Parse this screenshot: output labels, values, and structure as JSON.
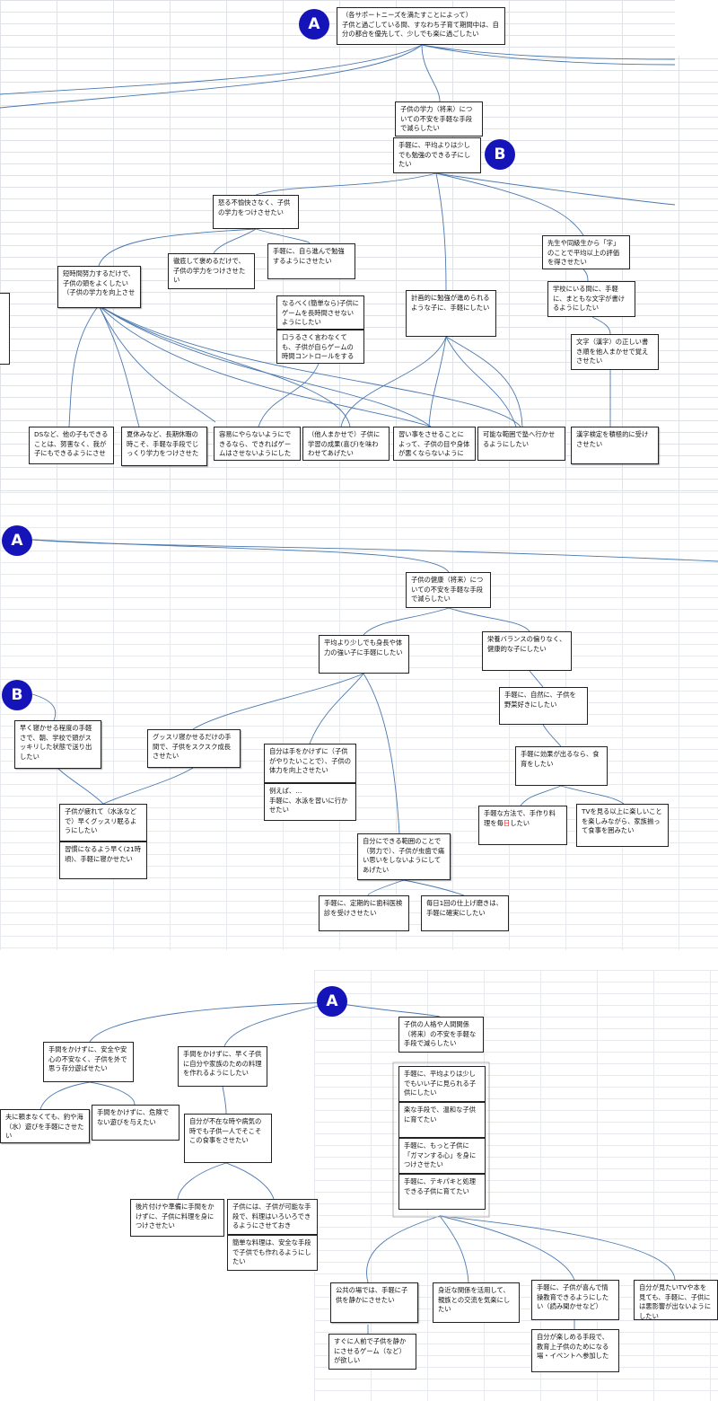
{
  "labels": {
    "a": "A",
    "b": "B"
  },
  "nodes": {
    "n_top": "（各サポートニーズを満たすことによって）\n子供と過ごしている間、すなわち子育て期間中は、自分の都合を優先して、少しでも楽に過ごしたい",
    "n_study": "子供の学力（将来）についての不安を手軽な手段で減らしたい",
    "n_study_b": "手軽に、平均よりは少しでも勉強のできる子にしたい",
    "n_angry": "怒る不愉快さなく、子供の学力をつけさせたい",
    "n_effort": "短時間努力するだけで、子供の頭をよくしたい（子供の学力を向上させ",
    "n_praise": "徹底して褒めるだけで、子供の学力をつけさせたい",
    "n_self": "手軽に、自ら進んで勉強するようにさせたい",
    "n_game1": "なるべく(簡単なら)子供にゲームを長時間させないようにしたい",
    "n_game2": "口うるさく言わなくても、子供が自らゲームの時間コントロールをするようにさ",
    "n_plan": "計画的に勉強が進められるような子に、手軽にしたい",
    "n_teacher": "先生や同級生から「字」のことで平均以上の評価を得させたい",
    "n_school": "学校にいる間に、手軽に、まともな文字が書けるようにしたい",
    "n_kanji_std": "文字（漢字）の正しい書き順を他人まかせで覚えさせたい",
    "n_ds": "DSなど、他の子もできることは、努害なく、我が子にもできるようにさせ",
    "n_summer": "夏休みなど、長期休暇の時こそ、手軽な手段でじっくり学力をつけさせた",
    "n_easy": "容易にやらないようにできるなら、できればゲームはさせないようにしたい",
    "n_others": "（他人まかせで）子供に学習の成果(喜び)を味わわせてあげたい",
    "n_lessons": "習い事をさせることによって、子供の目や身体が悪くならないようにした",
    "n_range": "可能な範囲で塾へ行かせるようにしたい",
    "n_kanji": "漢字検定を積極的に受けさせたい",
    "n_health": "子供の健康（将来）についての不安を手軽な手段で減らしたい",
    "n_strong": "平均より少しでも身長や体力の強い子に手軽にしたい",
    "n_nutrition": "栄養バランスの偏りなく、健康的な子にしたい",
    "n_early": "早く寝かせる程度の手軽さで、朝、学校で頭がスッキリした状態で送り出したい",
    "n_sleep": "グッスリ寝かせるだけの手間で、子供をスクスク成長させたい",
    "n_tired1": "子供が疲れて（水泳などで）早くグッスリ眠るようにしたい",
    "n_tired2": "習慣になるよう早く(21時頃)、手軽に寝かせたい",
    "n_hands1": "自分は手をかけずに（子供がやりたいことで）、子供の体力を向上させたい",
    "n_hands2": "例えば、…\n手軽に、水泳を習いに行かせたい",
    "n_veg": "手軽に、自然に、子供を野菜好きにしたい",
    "n_food_edu": "手軽に効果が出るなら、食育をしたい",
    "n_cook_pre": "手軽な方法で、手作り料理を毎",
    "n_cook_red": "日",
    "n_cook_post": "したい",
    "n_tv": "TVを見る以上に楽しいことを楽しみながら、家族揃って食事を囲みたい",
    "n_teeth": "自分にできる範囲のことで（努力で）、子供が虫歯で痛い思いをしないようにしてあげたい",
    "n_dentist": "手軽に、定期的に歯科医検診を受けさせたい",
    "n_brush": "毎日1回の仕上げ磨きは、手軽に確実にしたい",
    "n_safe": "手間をかけずに、安全や安心の不安なく、子供を外で思う存分遊ばせたい",
    "n_cookkids": "手間をかけずに、早く子供に自分や家族のための料理を作れるようにしたい",
    "n_husband": "夫に頼まなくても、釣や海（水）遊びを手軽にさせたい",
    "n_danger": "手間をかけずに、危険でない遊びを与えたい",
    "n_absent": "自分が不在な時や病気の時でも子供一人でそこそこの食事をさせたい",
    "n_cleanup": "後片付けや準備に手間をかけずに、子供に料理を身につけさせたい",
    "n_capable": "子供には、子供が可能な手段で、料理はいろいろできるようにさせておき",
    "n_simple": "簡単な料理は、安全な手段で子供でも作れるようにしたい",
    "n_personality": "子供の人格や人間関係（将来）の不安を手軽な手段で減らしたい",
    "n_p1": "手軽に、平均よりは少しでもいい子に見られる子供にしたい",
    "n_p2": "楽な手段で、温和な子供に育てたい",
    "n_p3": "手軽に、もっと子供に「ガマンする心」を身につけさせたい",
    "n_p4": "手軽に、テキパキと処理できる子供に育てたい",
    "n_public": "公共の場では、手軽に子供を静かにさせたい",
    "n_nearby": "身近な関係を活用して、親族との交流を気楽にしたい",
    "n_info": "手軽に、子供が喜んで情操教育できるようにしたい（読み聞かせなど）",
    "n_tvbook": "自分が見たいTVや本を見ても、手軽に、子供には悪影響が出ないようにしたい",
    "n_quiet": "すぐに人前で子供を静かにさせるゲーム（など）が欲しい",
    "n_enjoy": "自分が楽しめる手段で、教育上子供のためになる場・イベントへ参加した"
  }
}
